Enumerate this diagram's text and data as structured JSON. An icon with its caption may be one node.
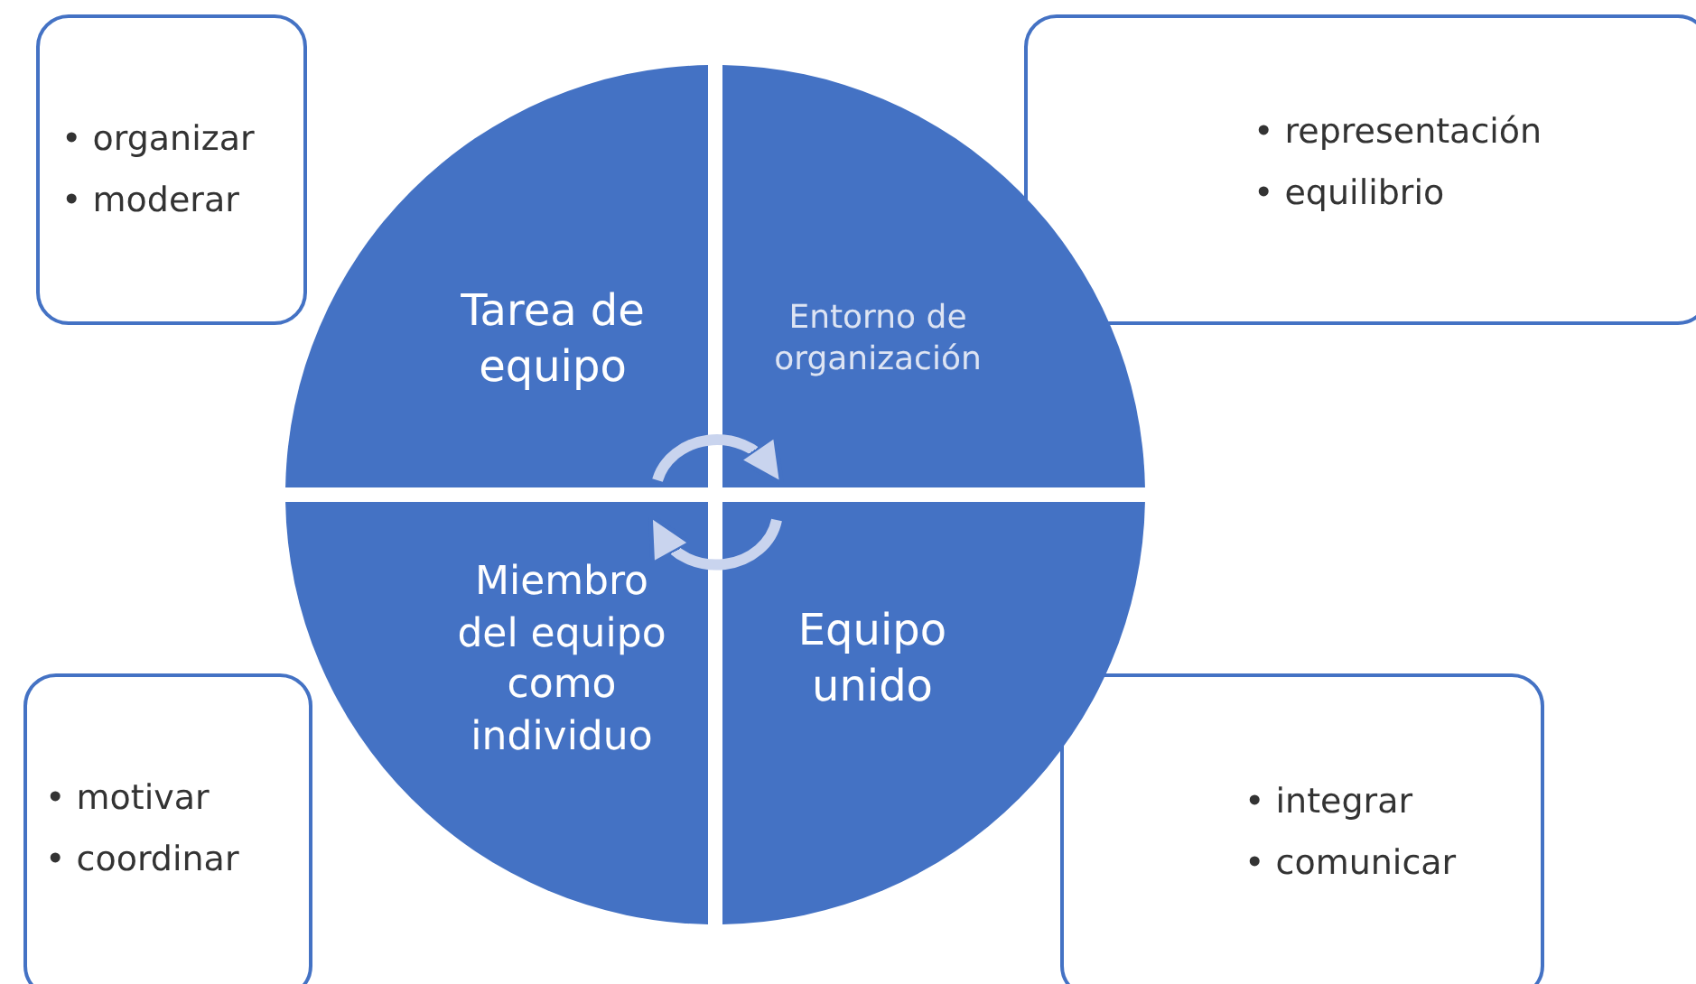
{
  "diagram": {
    "nodes": [
      {
        "text": [
          "• organizar",
          "• moderar"
        ]
      },
      {
        "text": [
          "• representación",
          "• equilibrio"
        ]
      },
      {
        "text": [
          "Tarea de equipo"
        ]
      },
      {
        "text": [
          "Entorno de organización"
        ]
      },
      {
        "text": [
          "Miembro del equipo como individuo"
        ]
      },
      {
        "text": [
          "Equipo unido"
        ]
      },
      {
        "text": [
          "• motivar",
          "• coordinar"
        ]
      },
      {
        "text": [
          "• integrar",
          "• comunicar"
        ]
      }
    ],
    "edges": [
      {
        "from": 2,
        "to": 3,
        "arrow": "to"
      },
      {
        "from": 5,
        "to": 4,
        "arrow": "to"
      }
    ]
  }
}
